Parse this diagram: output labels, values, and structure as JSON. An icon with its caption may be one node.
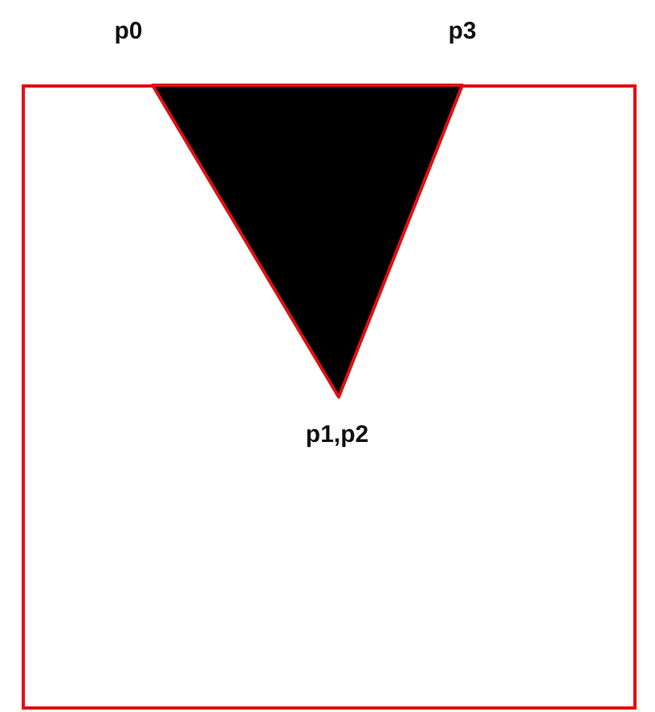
{
  "diagram": {
    "labels": [
      "p0",
      "p3",
      "p1,p2"
    ]
  }
}
